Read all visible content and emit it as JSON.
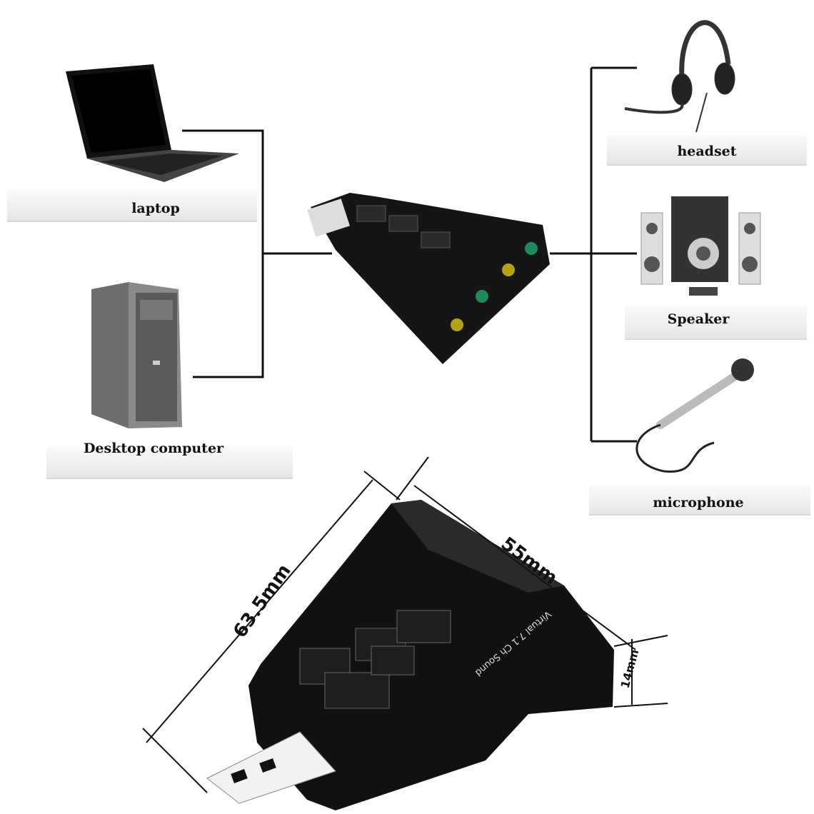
{
  "devices": {
    "laptop": "laptop",
    "desktop": "Desktop computer",
    "headset": "headset",
    "speaker": "Speaker",
    "microphone": "microphone"
  },
  "product": {
    "print_text": "Virtual 7.1 Ch Sound",
    "dimensions": {
      "length": "63.5mm",
      "width": "55mm",
      "height": "14mm"
    }
  }
}
